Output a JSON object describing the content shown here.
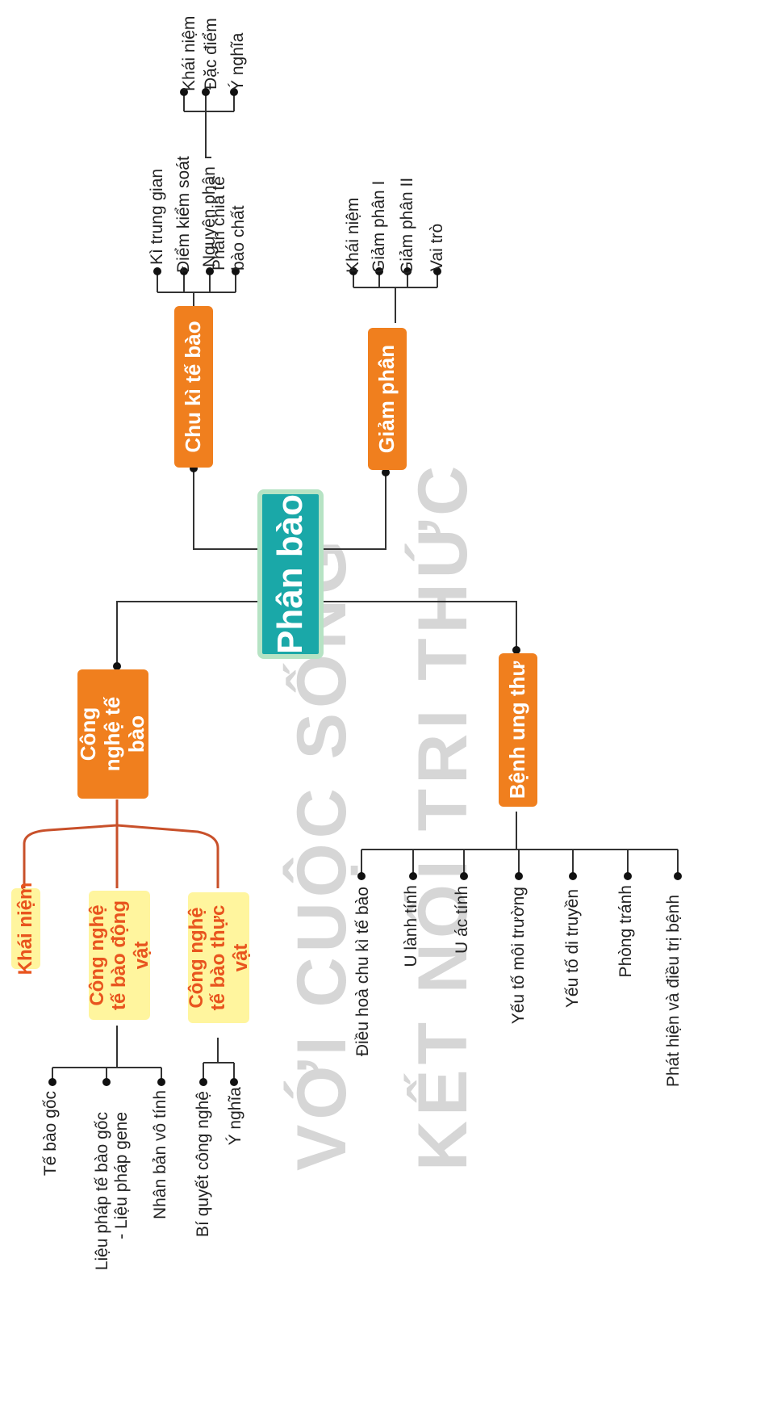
{
  "center": "Phân bào",
  "branches": {
    "chu_ki": {
      "label": "Chu kì tế bào",
      "children": [
        "Kì trung gian",
        "Điểm kiểm soát",
        "Nguyên phân",
        "Phân chia tế bào chất"
      ],
      "nguyen_phan_children": [
        "Khái niệm",
        "Đặc điểm",
        "Ý nghĩa"
      ]
    },
    "giam_phan": {
      "label": "Giảm phân",
      "children": [
        "Khái niệm",
        "Giảm phân I",
        "Giảm phân II",
        "Vai trò"
      ]
    },
    "cong_nghe": {
      "label": "Công nghệ tế bào",
      "children": [
        "Khái niệm",
        "Công nghệ tế bào động vật",
        "Công nghệ tế bào thực vật"
      ],
      "dong_vat_children": [
        "Tế bào gốc",
        "Liệu pháp tế bào gốc - Liệu pháp gene",
        "Nhân bản vô tính"
      ],
      "thuc_vat_children": [
        "Bí quyết công nghệ",
        "Ý nghĩa"
      ]
    },
    "ung_thu": {
      "label": "Bệnh ung thư",
      "children": [
        "Điều hoà chu kì tế bào",
        "U lành tính",
        "U ác tính",
        "Yếu tố môi trường",
        "Yếu tố di truyền",
        "Phòng tránh",
        "Phát hiện và điều trị bệnh"
      ]
    }
  },
  "watermark": [
    "KẾT NỐI TRI THỨC",
    "VỚI CUỘC SỐNG"
  ],
  "colors": {
    "center": "#1aa8a8",
    "orange": "#f07f1e",
    "yellow": "#fff59e",
    "red_text": "#e8541e",
    "line": "#333333",
    "red_line": "#c8502a"
  }
}
